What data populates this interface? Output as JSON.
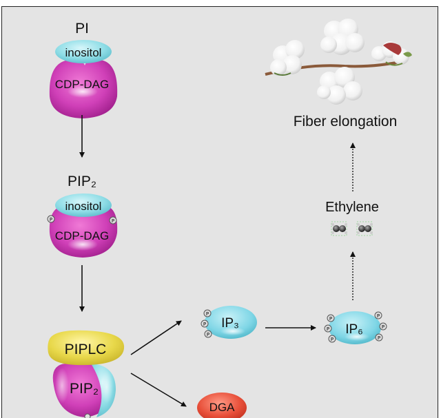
{
  "nodes": {
    "pi": {
      "title": "PI",
      "top": "inositol",
      "bottom": "CDP-DAG"
    },
    "pip2_top": {
      "title": "PIP₂",
      "top": "inositol",
      "bottom": "CDP-DAG"
    },
    "piplc": {
      "label": "PIPLC"
    },
    "pip2_complex": {
      "label": "PIP₂"
    },
    "ip3": {
      "label": "IP₃"
    },
    "dga": {
      "label": "DGA"
    },
    "ip6": {
      "label": "IP₆"
    },
    "ethylene": {
      "label": "Ethylene"
    },
    "fiber": {
      "label": "Fiber elongation"
    }
  },
  "phosphate_symbol": "P",
  "colors": {
    "background": "#e4e4e4",
    "inositol_cyan": "#8fdde6",
    "cdp_dag_magenta": "#d040b8",
    "piplc_yellow": "#e8d84a",
    "ip_cyan": "#7fd6e6",
    "dga_red": "#e8503a",
    "arrow": "#111111"
  }
}
